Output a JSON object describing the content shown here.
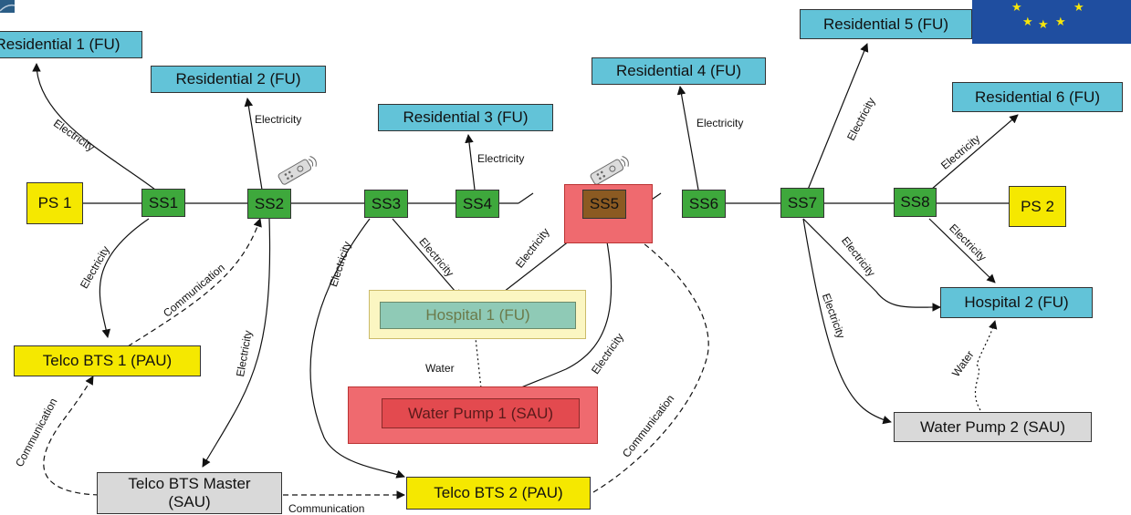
{
  "nodes": {
    "residential_1": "Residential 1 (FU)",
    "residential_2": "Residential 2 (FU)",
    "residential_3": "Residential 3 (FU)",
    "residential_4": "Residential 4 (FU)",
    "residential_5": "Residential 5 (FU)",
    "residential_6": "Residential 6 (FU)",
    "ps_1": "PS 1",
    "ps_2": "PS 2",
    "ss1": "SS1",
    "ss2": "SS2",
    "ss3": "SS3",
    "ss4": "SS4",
    "ss5": "SS5",
    "ss6": "SS6",
    "ss7": "SS7",
    "ss8": "SS8",
    "hospital_1": "Hospital 1 (FU)",
    "hospital_2": "Hospital 2 (FU)",
    "telco_bts_1": "Telco BTS 1 (PAU)",
    "telco_bts_2": "Telco BTS 2 (PAU)",
    "telco_bts_master": "Telco BTS Master\n(SAU)",
    "water_pump_1": "Water Pump 1 (SAU)",
    "water_pump_2": "Water Pump 2 (SAU)"
  },
  "edge_labels": {
    "electricity": "Electricity",
    "communication": "Communication",
    "water": "Water"
  },
  "colors": {
    "fu": "#62c3d8",
    "pau": "#f5e800",
    "sau": "#d9d9d9",
    "ss": "#3ea83c",
    "failed_highlight": "#ef6a6f",
    "degraded_highlight": "#fbf6c2",
    "flag_blue": "#1f4ea0",
    "flag_star": "#f7e60a"
  },
  "icons": [
    "remote-control-icon",
    "eu-flag-icon",
    "corner-logo-icon"
  ]
}
